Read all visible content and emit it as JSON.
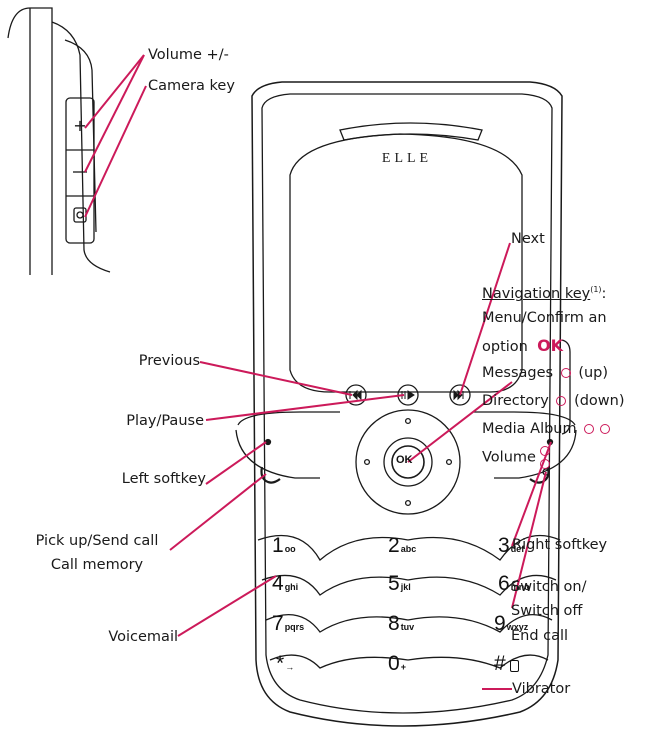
{
  "labels": {
    "volume": "Volume +/-",
    "camera_key": "Camera key",
    "next": "Next",
    "navigation_key": "Navigation key",
    "navigation_note": "(1)",
    "menu_confirm_1": "Menu/Confirm an",
    "menu_confirm_2": "option",
    "ok": "OK",
    "messages": "Messages",
    "messages_dir": "(up)",
    "directory": "Directory",
    "directory_dir": "(down)",
    "media_album": "Media Album",
    "volume_nav": "Volume",
    "previous": "Previous",
    "play_pause": "Play/Pause",
    "left_softkey": "Left softkey",
    "right_softkey": "Right softkey",
    "pick_up": "Pick up/Send call",
    "call_memory": "Call memory",
    "switch_on": "Switch on/",
    "switch_off": "Switch off",
    "end_call": "End call",
    "voicemail": "Voicemail",
    "vibrator": "Vibrator"
  },
  "phone": {
    "brand": "ELLE",
    "ok_key": "OK",
    "keypad": [
      {
        "num": "1",
        "letters": "oo"
      },
      {
        "num": "2",
        "letters": "abc"
      },
      {
        "num": "3",
        "letters": "def"
      },
      {
        "num": "4",
        "letters": "ghi"
      },
      {
        "num": "5",
        "letters": "jkl"
      },
      {
        "num": "6",
        "letters": "mno"
      },
      {
        "num": "7",
        "letters": "pqrs"
      },
      {
        "num": "8",
        "letters": "tuv"
      },
      {
        "num": "9",
        "letters": "wxyz"
      },
      {
        "num": "*",
        "letters": "→"
      },
      {
        "num": "0",
        "letters": "+"
      },
      {
        "num": "#",
        "letters": ""
      }
    ]
  },
  "colors": {
    "accent": "#cc1a5a",
    "line": "#1a1a1a"
  }
}
